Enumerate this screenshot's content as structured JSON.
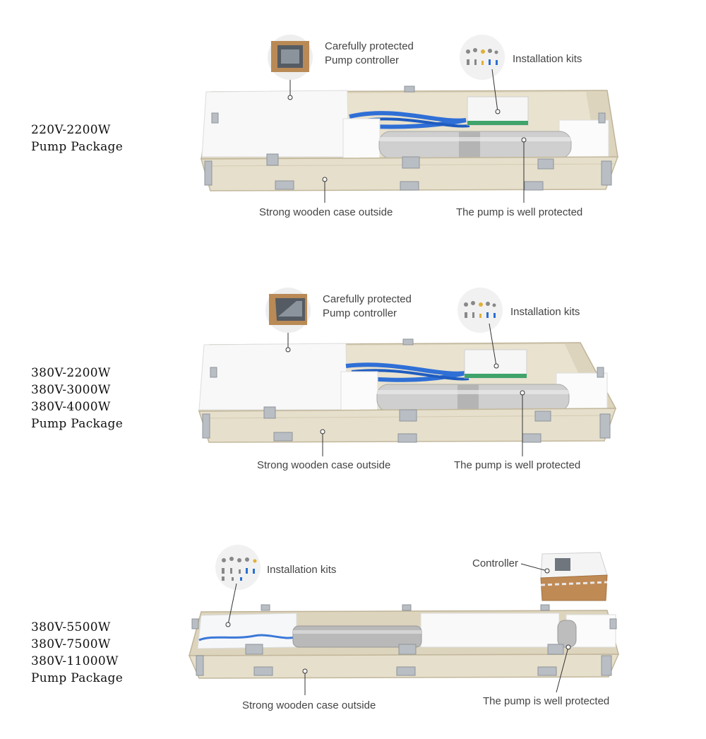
{
  "packages": [
    {
      "models": [
        "220V-2200W",
        "Pump Package"
      ],
      "callouts": {
        "controller": [
          "Carefully protected",
          "Pump controller"
        ],
        "kits": "Installation kits",
        "case": "Strong wooden case outside",
        "pump": "The pump is well protected"
      }
    },
    {
      "models": [
        "380V-2200W",
        "380V-3000W",
        "380V-4000W",
        "Pump Package"
      ],
      "callouts": {
        "controller": [
          "Carefully protected",
          "Pump controller"
        ],
        "kits": "Installation kits",
        "case": "Strong wooden case outside",
        "pump": "The pump is well protected"
      }
    },
    {
      "models": [
        "380V-5500W",
        "380V-7500W",
        "380V-11000W",
        "Pump Package"
      ],
      "callouts": {
        "kits": "Installation kits",
        "controller": "Controller",
        "case": "Strong wooden case outside",
        "pump": "The pump is well protected"
      }
    }
  ],
  "colors": {
    "wood": "#e6dfcc",
    "wood_dark": "#c9bfa4",
    "foam": "#f7f7f7",
    "steel": "#c8c8c8",
    "cable": "#2f6fd6",
    "cardboard": "#b98a55",
    "leader": "#333333"
  }
}
